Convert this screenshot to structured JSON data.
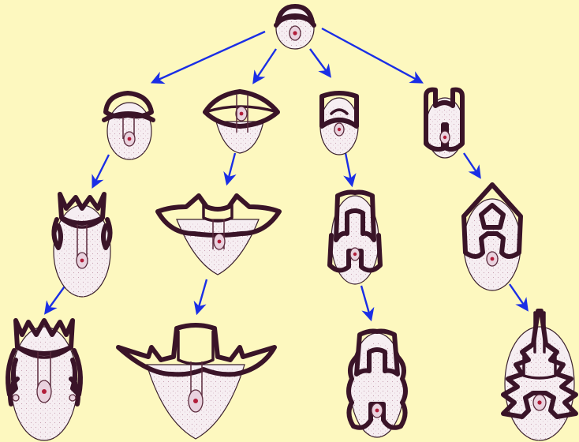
{
  "diagram": {
    "colors": {
      "background": "#fdf8bf",
      "arrow": "#1a2ee6",
      "outline": "#3a1428",
      "nucleolus": "#b21d3a"
    },
    "nodes": [
      {
        "id": "root",
        "icon": "ancestral-organism"
      },
      {
        "id": "a1",
        "icon": "organism-a1"
      },
      {
        "id": "a2",
        "icon": "organism-a2"
      },
      {
        "id": "a3",
        "icon": "organism-a3"
      },
      {
        "id": "b1",
        "icon": "organism-b1"
      },
      {
        "id": "b2",
        "icon": "organism-b2"
      },
      {
        "id": "b3",
        "icon": "organism-b3"
      },
      {
        "id": "c1",
        "icon": "organism-c1"
      },
      {
        "id": "c2",
        "icon": "organism-c2"
      },
      {
        "id": "c3",
        "icon": "organism-c3"
      },
      {
        "id": "d1",
        "icon": "organism-d1"
      },
      {
        "id": "d2",
        "icon": "organism-d2"
      },
      {
        "id": "d3",
        "icon": "organism-d3"
      }
    ],
    "edges": [
      [
        "root",
        "a1"
      ],
      [
        "root",
        "b1"
      ],
      [
        "root",
        "c1"
      ],
      [
        "root",
        "d1"
      ],
      [
        "a1",
        "a2"
      ],
      [
        "a2",
        "a3"
      ],
      [
        "b1",
        "b2"
      ],
      [
        "b2",
        "b3"
      ],
      [
        "c1",
        "c2"
      ],
      [
        "c2",
        "c3"
      ],
      [
        "d1",
        "d2"
      ],
      [
        "d2",
        "d3"
      ]
    ]
  }
}
